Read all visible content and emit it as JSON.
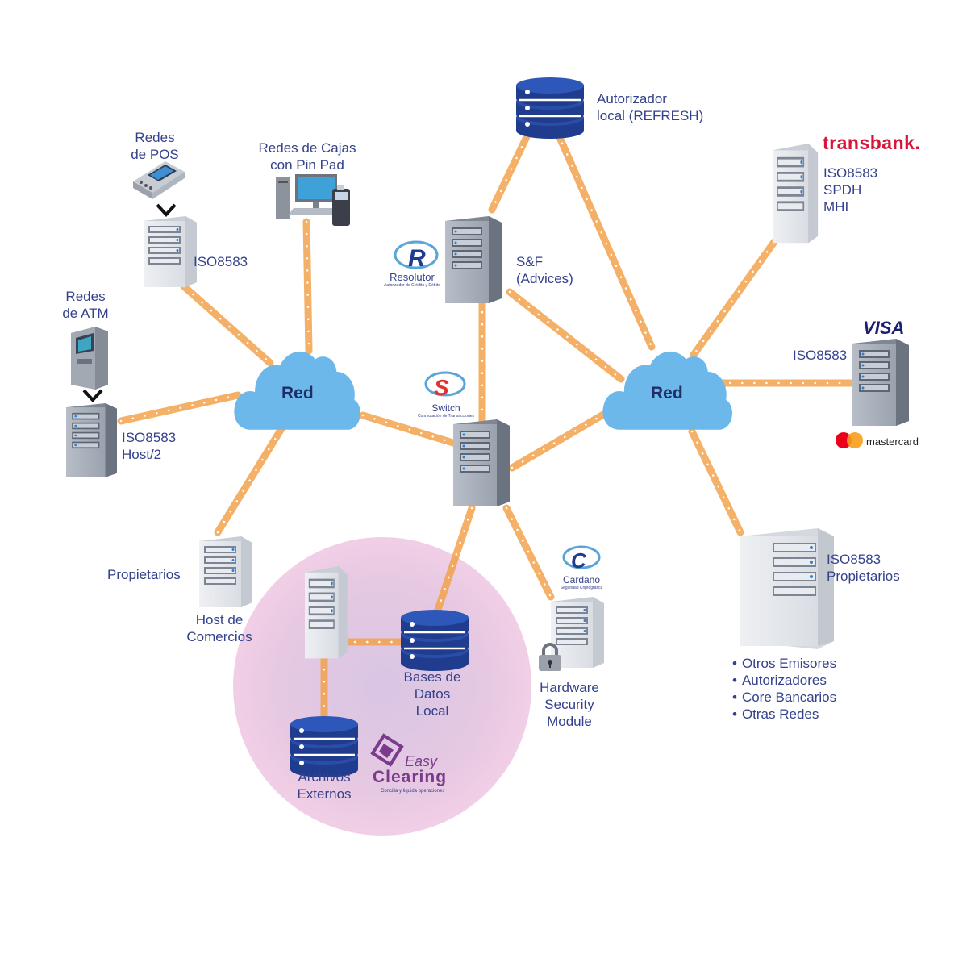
{
  "nodes": {
    "pos": {
      "lines": [
        "Redes",
        "de POS"
      ]
    },
    "iso_pos": {
      "label": "ISO8583"
    },
    "cajas": {
      "lines": [
        "Redes de Cajas",
        "con Pin Pad"
      ]
    },
    "atm": {
      "lines": [
        "Redes",
        "de ATM"
      ]
    },
    "iso_host2": {
      "lines": [
        "ISO8583",
        "Host/2"
      ]
    },
    "propietarios": {
      "label": "Propietarios"
    },
    "host_comercios": {
      "lines": [
        "Host de",
        "Comercios"
      ]
    },
    "red_left": {
      "label": "Red"
    },
    "red_right": {
      "label": "Red"
    },
    "autorizador": {
      "lines": [
        "Autorizador",
        "local (REFRESH)"
      ]
    },
    "sf": {
      "lines": [
        "S&F",
        "(Advices)"
      ]
    },
    "transbank": {
      "lines": [
        "ISO8583",
        "SPDH",
        "MHI"
      ]
    },
    "visa": {
      "label": "ISO8583"
    },
    "iso_prop": {
      "lines": [
        "ISO8583",
        "Propietarios"
      ]
    },
    "otros": {
      "items": [
        "Otros Emisores",
        "Autorizadores",
        "Core Bancarios",
        "Otras Redes"
      ]
    },
    "bases": {
      "lines": [
        "Bases de",
        "Datos",
        "Local"
      ]
    },
    "archivos": {
      "lines": [
        "Archivos",
        "Externos"
      ]
    },
    "hsm": {
      "lines": [
        "Hardware",
        "Security",
        "Module"
      ]
    }
  },
  "brands": {
    "transbank": {
      "name": "transbank.",
      "color": "#d8143a"
    },
    "visa": {
      "name": "VISA",
      "color": "#1a1f71"
    },
    "mastercard": {
      "name": "mastercard"
    },
    "resolutor": {
      "name": "Resolutor",
      "tagline": "Autorizador de Crédito y Débito"
    },
    "switch": {
      "name": "Switch",
      "tagline": "Conmutación de Transacciones"
    },
    "cardano": {
      "name": "Cardano",
      "tagline": "Seguridad Criptográfica"
    },
    "easy_clearing": {
      "name1": "Easy",
      "name2": "Clearing",
      "tagline": "Concilia y liquida operaciones",
      "color": "#7b3a8c"
    }
  },
  "colors": {
    "text": "#34418c",
    "connector": "#f2a34c",
    "cloud": "#6cb8ea",
    "database": "#1f3c8e",
    "server": "#9aa2ae",
    "circle": "#edc8e1"
  }
}
